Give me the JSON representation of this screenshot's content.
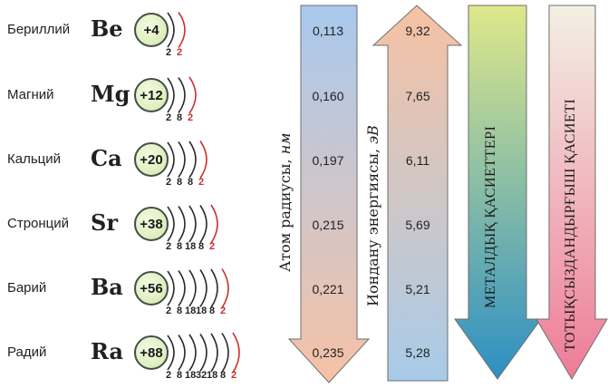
{
  "elements": [
    {
      "name": "Бериллий",
      "symbol": "Be",
      "charge": "+4",
      "shells": [
        "2",
        "2"
      ]
    },
    {
      "name": "Магний",
      "symbol": "Mg",
      "charge": "+12",
      "shells": [
        "2",
        "8",
        "2"
      ]
    },
    {
      "name": "Кальций",
      "symbol": "Ca",
      "charge": "+20",
      "shells": [
        "2",
        "8",
        "8",
        "2"
      ]
    },
    {
      "name": "Стронций",
      "symbol": "Sr",
      "charge": "+38",
      "shells": [
        "2",
        "8",
        "18",
        "8",
        "2"
      ]
    },
    {
      "name": "Барий",
      "symbol": "Ba",
      "charge": "+56",
      "shells": [
        "2",
        "8",
        "18",
        "18",
        "8",
        "2"
      ]
    },
    {
      "name": "Радий",
      "symbol": "Ra",
      "charge": "+88",
      "shells": [
        "2",
        "8",
        "18",
        "32",
        "18",
        "8",
        "2"
      ]
    }
  ],
  "atomic_radius": {
    "label": "Атом радиусы,",
    "unit": "нм",
    "values": [
      "0,113",
      "0,160",
      "0,197",
      "0,215",
      "0,221",
      "0,235"
    ]
  },
  "ionization_energy": {
    "label": "Иондану энергиясы,",
    "unit": "эВ",
    "values": [
      "9,32",
      "7,65",
      "6,11",
      "5,69",
      "5,21",
      "5,28"
    ]
  },
  "metallic_properties": {
    "label": "МЕТАЛДЫҚ ҚАСИЕТТЕРІ"
  },
  "reducing_properties": {
    "label": "ТОТЫҚСЫЗДАНДЫРҒЫШ ҚАСИЕТІ"
  },
  "colors": {
    "radius_arrow_top": "#a9c9ee",
    "radius_arrow_bottom": "#f6c2a6",
    "energy_arrow_top": "#f7c2a3",
    "energy_arrow_bottom": "#a8cbe9",
    "metallic_arrow_top": "#dfe88a",
    "metallic_arrow_bottom": "#2d8fc4",
    "reducing_arrow_top": "#f3f0e4",
    "reducing_arrow_bottom": "#ee7c97",
    "outer_shell": "#c8312f",
    "inner_shell": "#2a2a2a"
  }
}
